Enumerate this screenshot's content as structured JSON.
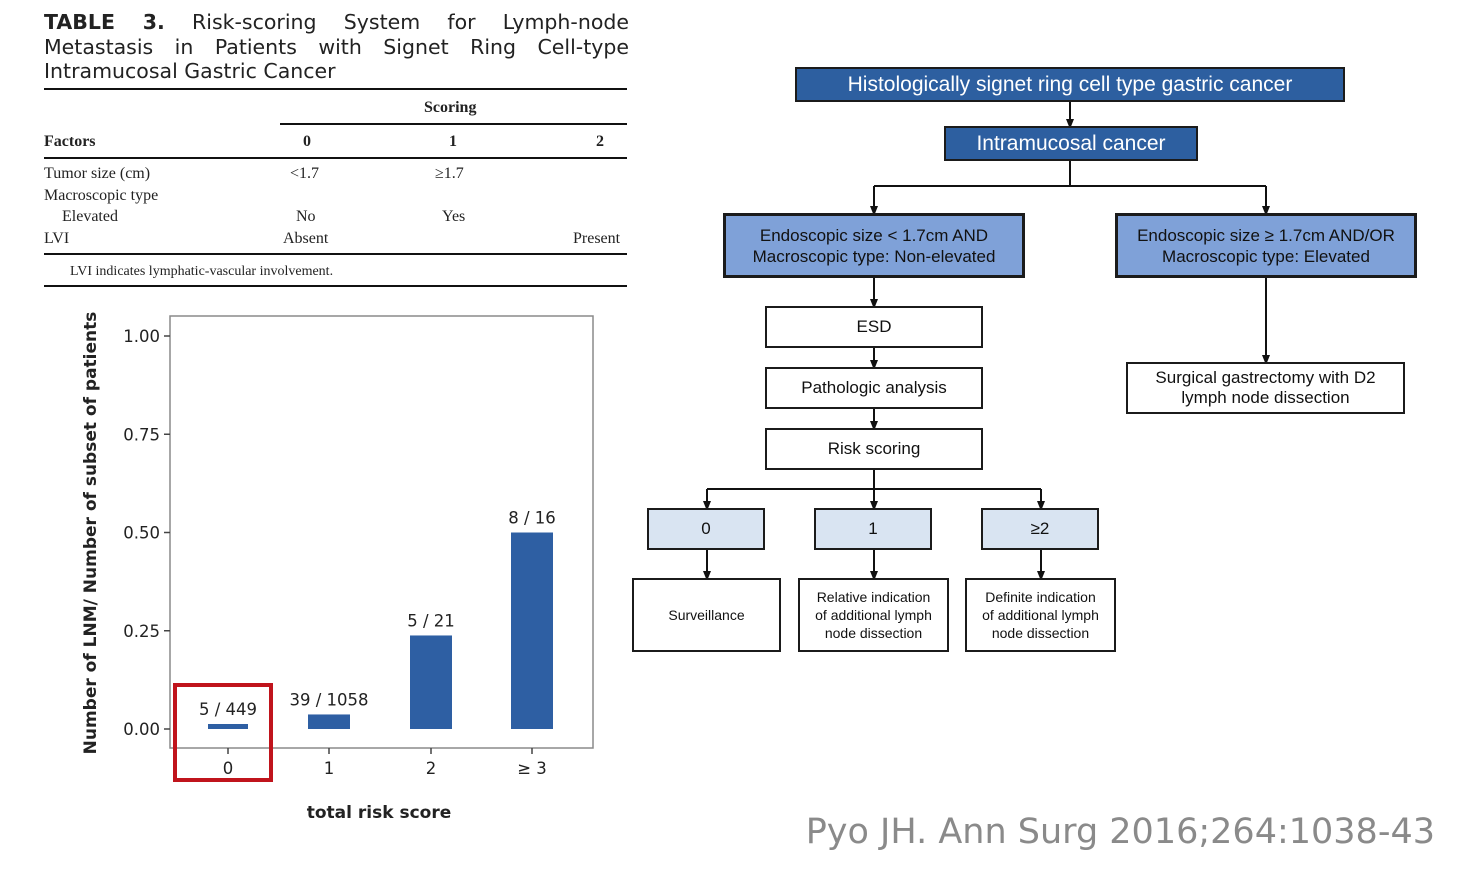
{
  "table": {
    "label": "TABLE 3.",
    "title": "Risk-scoring System for Lymph-node Metastasis in Patients with Signet Ring Cell-type Intramucosal Gastric Cancer",
    "scoring_header": "Scoring",
    "factors_header": "Factors",
    "score_columns": [
      "0",
      "1",
      "2"
    ],
    "rows": [
      {
        "factor": "Tumor size (cm)",
        "s0": "<1.7",
        "s1": "≥1.7",
        "s2": ""
      },
      {
        "factor": "Macroscopic type",
        "s0": "",
        "s1": "",
        "s2": ""
      },
      {
        "factor": "Elevated",
        "s0": "No",
        "s1": "Yes",
        "s2": ""
      },
      {
        "factor": "LVI",
        "s0": "Absent",
        "s1": "",
        "s2": "Present"
      }
    ],
    "footnote": "LVI indicates lymphatic-vascular involvement."
  },
  "chart_data": {
    "type": "bar",
    "categories": [
      "0",
      "1",
      "2",
      "≥ 3"
    ],
    "values": [
      0.011,
      0.037,
      0.238,
      0.5
    ],
    "bar_labels": [
      "5 / 449",
      "39 / 1058",
      "5 / 21",
      "8 / 16"
    ],
    "xlabel": "total risk score",
    "ylabel": "Number of LNM/ Number of subset of patients",
    "ylim": [
      0,
      1
    ],
    "yticks": [
      "0.00",
      "0.25",
      "0.50",
      "0.75",
      "1.00"
    ],
    "highlighted_category": "0",
    "bar_color": "#2e5fa3",
    "highlight_color": "#c0141c"
  },
  "flowchart": {
    "root": "Histologically signet ring cell type gastric cancer",
    "intramucosal": "Intramucosal cancer",
    "left_criteria_line1": "Endoscopic size < 1.7cm AND",
    "left_criteria_line2": "Macroscopic type: Non-elevated",
    "right_criteria_line1": "Endoscopic size ≥ 1.7cm AND/OR",
    "right_criteria_line2": "Macroscopic type: Elevated",
    "esd": "ESD",
    "pathologic": "Pathologic analysis",
    "risk_scoring": "Risk scoring",
    "surgery_line1": "Surgical gastrectomy with D2",
    "surgery_line2": "lymph node dissection",
    "score0": "0",
    "score1": "1",
    "score2": "≥2",
    "outcome0": "Surveillance",
    "outcome1_line1": "Relative indication",
    "outcome1_line2": "of additional lymph",
    "outcome1_line3": "node dissection",
    "outcome2_line1": "Definite indication",
    "outcome2_line2": "of additional lymph",
    "outcome2_line3": "node dissection",
    "colors": {
      "dark": "#2d5fa0",
      "medium": "#7fa1d8",
      "light": "#d9e4f2"
    }
  },
  "citation": "Pyo JH. Ann Surg 2016;264:1038-43"
}
